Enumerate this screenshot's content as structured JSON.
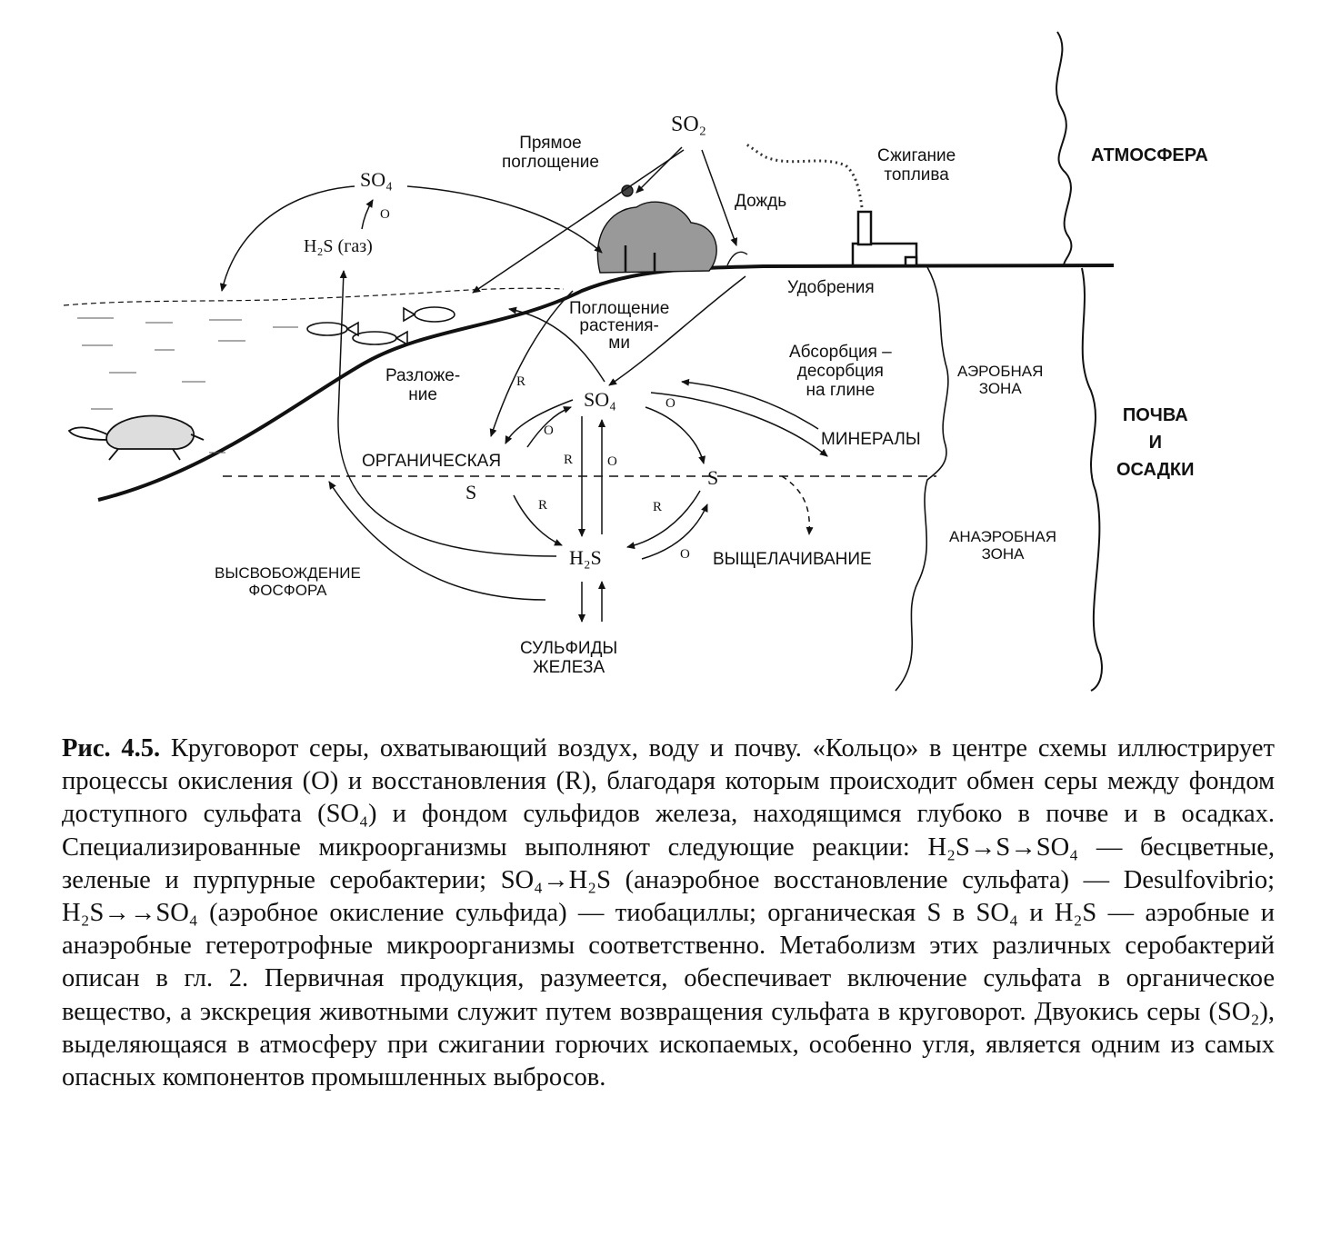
{
  "labels": {
    "so2_top": "SO₂",
    "direct_uptake": "Прямое\nпоглощение",
    "so4_air": "SO₄",
    "o_air": "O",
    "h2s_gas": "H₂S  (газ)",
    "fuel_burning": "Сжигание\nтоплива",
    "rain": "Дождь",
    "atmosphere": "АТМОСФЕРА",
    "fertilizers": "Удобрения",
    "plant_uptake": "Поглощение\nрастения-\nми",
    "decomposition": "Разложе-\nние",
    "absorption": "Абсорбция –\nдесорбция\nна глине",
    "aerobic_zone": "АЭРОБНАЯ\nЗОНА",
    "soil_sediments": "ПОЧВА\nИ\nОСАДКИ",
    "so4_center": "SO₄",
    "minerals": "МИНЕРАЛЫ",
    "organic": "ОРГАНИЧЕСКАЯ",
    "organic_s": "S",
    "s_right": "S",
    "h2s_center": "H₂S",
    "leaching": "ВЫЩЕЛАЧИВАНИЕ",
    "anaerobic_zone": "АНАЭРОБНАЯ\nЗОНА",
    "phosphorus_release": "ВЫСВОБОЖДЕНИЕ\nФОСФОРА",
    "iron_sulfides": "СУЛЬФИДЫ\nЖЕЛЕЗА",
    "r_decomp": "R",
    "o_ring_left": "O",
    "r_ring_left": "R",
    "o_ring_mid": "O",
    "o_ring_right": "O",
    "r_lower_left": "R",
    "r_lower_right": "R",
    "o_lower_right": "O"
  },
  "caption": {
    "number": "Рис. 4.5.",
    "text": "Круговорот серы, охватывающий воздух, воду и почву. «Кольцо» в центре схемы иллюстрирует процессы окисления (O) и восстановления (R), благодаря которым происходит обмен серы между фондом доступного сульфата (SO₄) и фондом сульфидов железа, находящимся глубоко в почве и  в осадках. Специализированные микроорганизмы выполняют следующие реакции: H₂S→S→SO₄ — бесцветные, зеленые и пурпурные серобактерии; SO₄→H₂S (анаэробное восстановление сульфата) — Desulfovibrio; H₂S→→SO₄ (аэробное окисление сульфида) — тиобациллы; органическая S в SO₄ и H₂S — аэробные и анаэробные гетеротрофные микроорганизмы соответственно. Метаболизм этих различных серобактерий описан в гл. 2. Первичная продукция, разумеется, обеспечивает включение сульфата в органическое вещество, а экскреция животными служит путем возвращения сульфата в круговорот. Двуокись серы (SO₂), выделяющаяся в атмосферу при сжигании горючих ископаемых, особенно  угля, является одним из самых опасных компонентов промышленных выбросов."
  }
}
